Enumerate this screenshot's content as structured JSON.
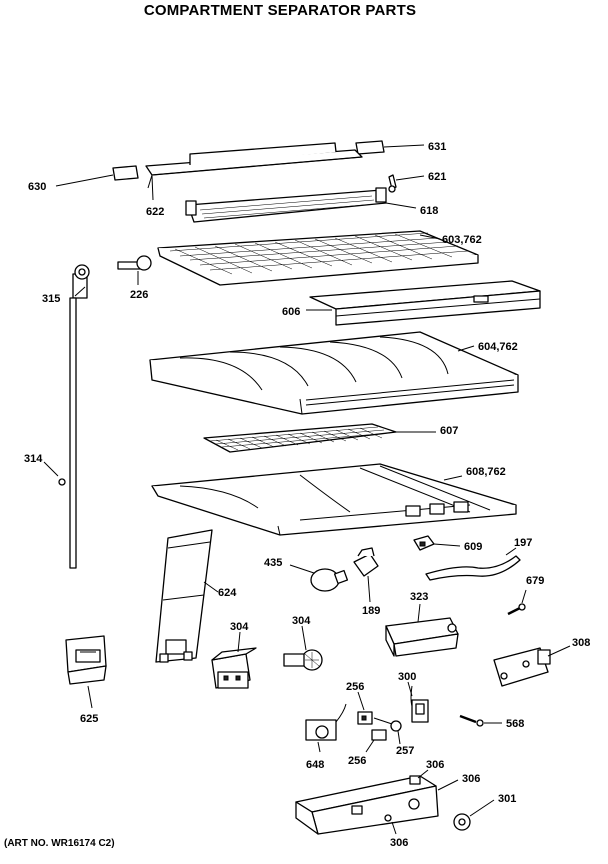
{
  "title": "COMPARTMENT SEPARATOR PARTS",
  "art_no": "(ART NO. WR16174  C2)",
  "callouts": {
    "p631": "631",
    "p630": "630",
    "p621": "621",
    "p622": "622",
    "p618": "618",
    "p603": "603,762",
    "p315": "315",
    "p226": "226",
    "p606": "606",
    "p604": "604,762",
    "p607": "607",
    "p314": "314",
    "p608": "608,762",
    "p609": "609",
    "p197": "197",
    "p435": "435",
    "p624": "624",
    "p189": "189",
    "p679": "679",
    "p323": "323",
    "p304a": "304",
    "p304b": "304",
    "p308": "308",
    "p625": "625",
    "p300": "300",
    "p256a": "256",
    "p568": "568",
    "p648": "648",
    "p257": "257",
    "p256b": "256",
    "p306a": "306",
    "p306b": "306",
    "p301": "301",
    "p306c": "306"
  }
}
